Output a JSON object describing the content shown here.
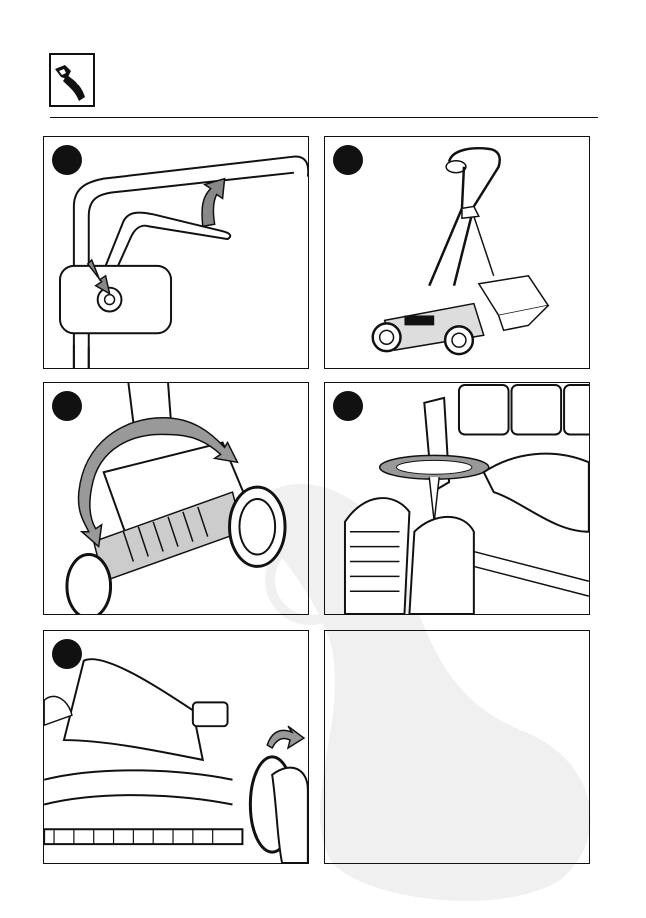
{
  "header": {
    "icon": "wrench-hand-icon"
  },
  "steps": [
    {
      "number": "",
      "illustration": "handle-fold-illustration"
    },
    {
      "number": "",
      "illustration": "mower-assembled-illustration"
    },
    {
      "number": "",
      "illustration": "mower-tilt-illustration"
    },
    {
      "number": "",
      "illustration": "blade-adjust-illustration"
    },
    {
      "number": "",
      "illustration": "cylinder-clean-illustration"
    },
    {
      "number": "",
      "illustration": "empty-panel"
    }
  ],
  "colors": {
    "ink": "#111111",
    "fill_light": "#d9d9d9",
    "fill_mid": "#9a9a9a",
    "watermark": "#ececec"
  }
}
